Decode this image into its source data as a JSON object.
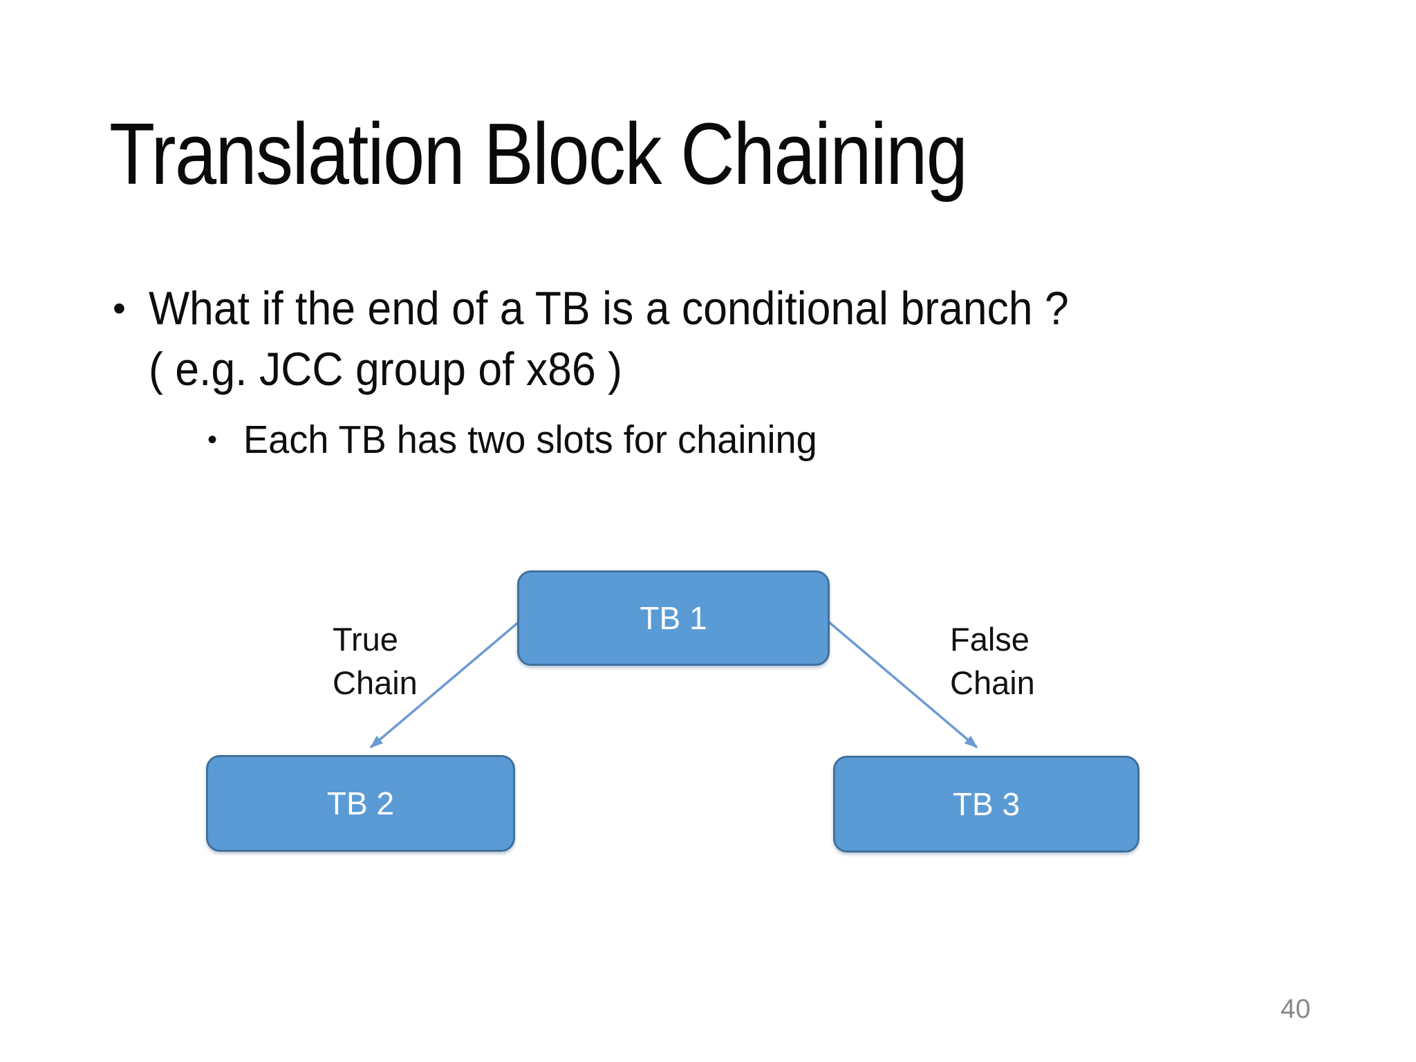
{
  "slide": {
    "title": "Translation Block Chaining",
    "bullets": {
      "glyph": "•",
      "main_line1": "What if the end of a TB is a conditional branch ?",
      "main_line2": "( e.g. JCC group of x86 )",
      "sub": "Each TB has two slots for chaining"
    },
    "diagram": {
      "nodes": [
        {
          "label": "TB 1"
        },
        {
          "label": "TB 2"
        },
        {
          "label": "TB 3"
        }
      ],
      "edges": [
        {
          "from": "TB 1",
          "to": "TB 2",
          "label_line1": "True",
          "label_line2": "Chain"
        },
        {
          "from": "TB 1",
          "to": "TB 3",
          "label_line1": "False",
          "label_line2": "Chain"
        }
      ]
    },
    "colors": {
      "node_fill": "#5B9BD5",
      "node_border": "#41719C",
      "arrow": "#6B9BD2",
      "node_text": "#FFFFFF",
      "body_text": "#0D0D0D",
      "page_number": "#898989"
    },
    "page_number": "40"
  }
}
